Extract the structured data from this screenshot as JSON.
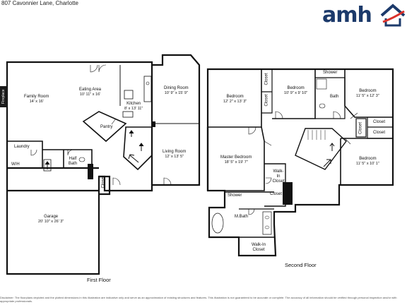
{
  "header": {
    "address": "807 Cavonnier Lane, Charlotte",
    "logo_text": "amh",
    "logo_accent_colors": [
      "#1c3a6b",
      "#d9312b"
    ]
  },
  "floors": {
    "first": {
      "name": "First Floor",
      "rooms": {
        "family": {
          "name": "Family Room",
          "dims": "14' x 16'"
        },
        "eating": {
          "name": "Eating Area",
          "dims": "10' 11\" x 16'"
        },
        "kitchen": {
          "name": "Kitchen",
          "dims": "8' x 13' 11\""
        },
        "dining": {
          "name": "Dining Room",
          "dims": "10' 9\" x 15' 9\""
        },
        "pantry": {
          "name": "Pantry"
        },
        "laundry": {
          "name": "Laundry"
        },
        "wh": {
          "name": "W/H"
        },
        "halfbath": {
          "name": "Half Bath"
        },
        "closet": {
          "name": "Closet"
        },
        "living": {
          "name": "Living Room",
          "dims": "12' x 13' 5\""
        },
        "garage": {
          "name": "Garage",
          "dims": "20' 10\" x 26' 3\""
        },
        "fireplace": {
          "name": "Fireplace"
        }
      }
    },
    "second": {
      "name": "Second Floor",
      "rooms": {
        "bed1": {
          "name": "Bedroom",
          "dims": "12' 2\" x 13' 3\""
        },
        "bed2": {
          "name": "Bedroom",
          "dims": "10' 9\" x 9' 10\""
        },
        "shower1": {
          "name": "Shower"
        },
        "bath": {
          "name": "Bath"
        },
        "bed3": {
          "name": "Bedroom",
          "dims": "11' 5\" x 12' 3\""
        },
        "closet_a": {
          "name": "Closet"
        },
        "closet_b": {
          "name": "Closet"
        },
        "closet_c": {
          "name": "Closet"
        },
        "closet_d": {
          "name": "Closet"
        },
        "closet_e": {
          "name": "Closet"
        },
        "closet_f": {
          "name": "Closet"
        },
        "master": {
          "name": "Master Bedroom",
          "dims": "18' 5\" x 19' 7\""
        },
        "bed4": {
          "name": "Bedroom",
          "dims": "11' 5\" x 10' 1\""
        },
        "walkin1": {
          "name": "Walk-In Closet"
        },
        "shower2": {
          "name": "Shower"
        },
        "mbath": {
          "name": "M.Bath"
        },
        "walkin2": {
          "name": "Walk-In Closet"
        }
      }
    }
  },
  "disclaimer": "Disclaimer: The floorplans depicted and the plotted dimensions in this illustration are indicative only and serve as an approximation of existing structures and features. This illustration is not guaranteed to be accurate or complete. The accuracy of all information should be verified through personal inspection and/or with appropriate professionals."
}
